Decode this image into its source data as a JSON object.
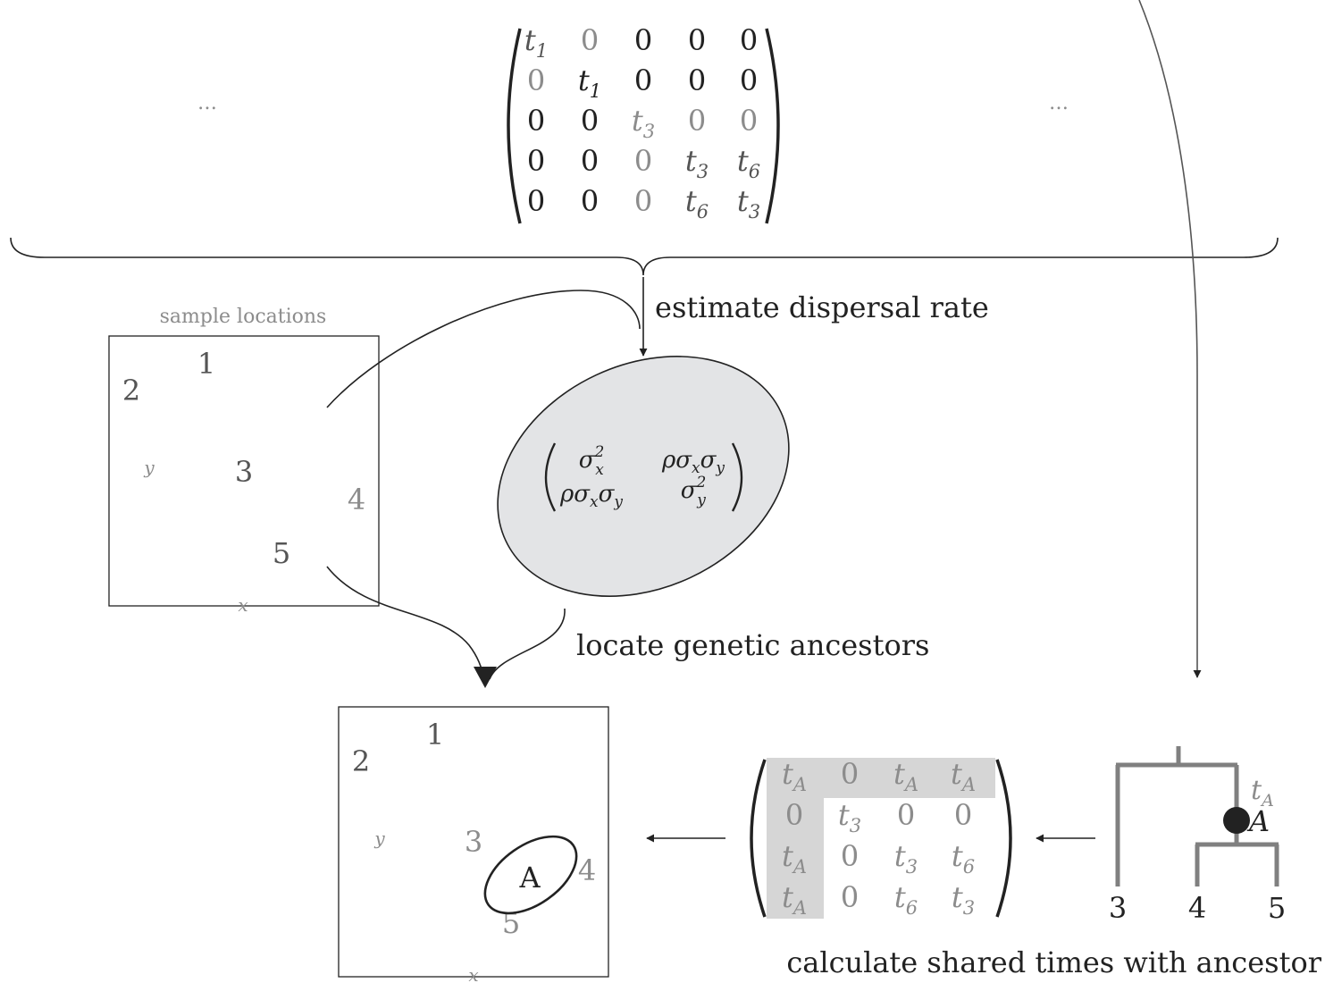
{
  "labels": {
    "ellipsis_left": "…",
    "ellipsis_right": "…",
    "estimate": "estimate dispersal rate",
    "locate": "locate genetic ancestors",
    "calculate": "calculate shared times with ancestor",
    "sample_locations": "sample locations",
    "axis_x": "x",
    "axis_y": "y",
    "ancestor": "A"
  },
  "top_matrix": [
    [
      "t",
      "0",
      "0",
      "0",
      "0"
    ],
    [
      "0",
      "t",
      "0",
      "0",
      "0"
    ],
    [
      "0",
      "0",
      "t",
      "0",
      "0"
    ],
    [
      "0",
      "0",
      "0",
      "t",
      "t"
    ],
    [
      "0",
      "0",
      "0",
      "t",
      "t"
    ]
  ],
  "top_matrix_subs": [
    [
      "1",
      "",
      "",
      "",
      ""
    ],
    [
      "",
      "1",
      "",
      "",
      ""
    ],
    [
      "",
      "",
      "3",
      "",
      ""
    ],
    [
      "",
      "",
      "",
      "3",
      "6"
    ],
    [
      "",
      "",
      "",
      "6",
      "3"
    ]
  ],
  "sigma_matrix": {
    "a11": "σ",
    "a11_sup": "2",
    "a11_sub": "x",
    "a12": "ρσ",
    "a12_sub1": "x",
    "a12_mid": "σ",
    "a12_sub2": "y",
    "a21": "ρσ",
    "a21_sub1": "x",
    "a21_mid": "σ",
    "a21_sub2": "y",
    "a22": "σ",
    "a22_sup": "2",
    "a22_sub": "y"
  },
  "bottom_matrix": [
    [
      "t",
      "0",
      "t",
      "t"
    ],
    [
      "0",
      "t",
      "0",
      "0"
    ],
    [
      "t",
      "0",
      "t",
      "t"
    ],
    [
      "t",
      "0",
      "t",
      "t"
    ]
  ],
  "bottom_matrix_subs": [
    [
      "A",
      "",
      "A",
      "A"
    ],
    [
      "",
      "3",
      "",
      ""
    ],
    [
      "A",
      "",
      "3",
      "6"
    ],
    [
      "A",
      "",
      "6",
      "3"
    ]
  ],
  "sample_points": [
    "1",
    "2",
    "3",
    "4",
    "5"
  ],
  "tree": {
    "tip_labels": [
      "3",
      "4",
      "5"
    ],
    "node_time": "t",
    "node_time_sub": "A",
    "node_label": "A"
  },
  "colors": {
    "dark": "#222222",
    "mid": "#555555",
    "light": "#8c8c8c",
    "ellipse_fill": "#e3e4e6",
    "highlight": "#d6d6d6",
    "tree": "#808080"
  }
}
